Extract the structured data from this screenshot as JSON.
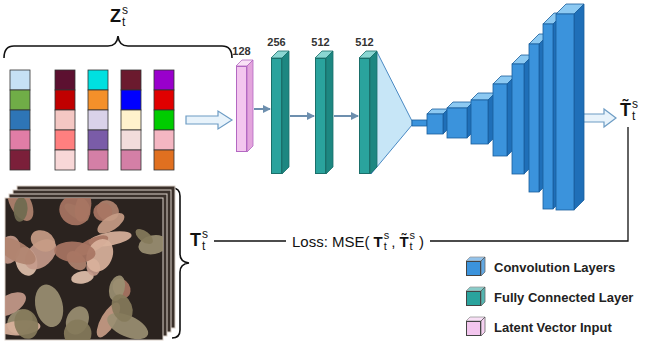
{
  "diagram": {
    "nodes": [
      {
        "text": [
          "128"
        ]
      },
      {
        "text": [
          "256"
        ]
      },
      {
        "text": [
          "512"
        ]
      },
      {
        "text": [
          "512"
        ]
      }
    ],
    "edges": [
      {
        "from": 0,
        "to": 1,
        "arrow": "to"
      },
      {
        "from": 1,
        "to": 2,
        "arrow": "to"
      },
      {
        "from": 2,
        "to": 3,
        "arrow": "to"
      }
    ],
    "labels": [
      "Z",
      "s",
      "t",
      "T̃",
      "s",
      "t",
      "T",
      "s",
      "t",
      "Loss: MSE(",
      "T",
      "s",
      "t",
      ",",
      "T̃",
      "s",
      "t",
      ")"
    ],
    "legend": [
      {
        "text": "Convolution Layers",
        "color": "#3b93dc"
      },
      {
        "text": "Fully Connected Layer",
        "color": "#2aa39d"
      },
      {
        "text": "Latent Vector Input",
        "color": "#f3c6ee"
      }
    ]
  }
}
